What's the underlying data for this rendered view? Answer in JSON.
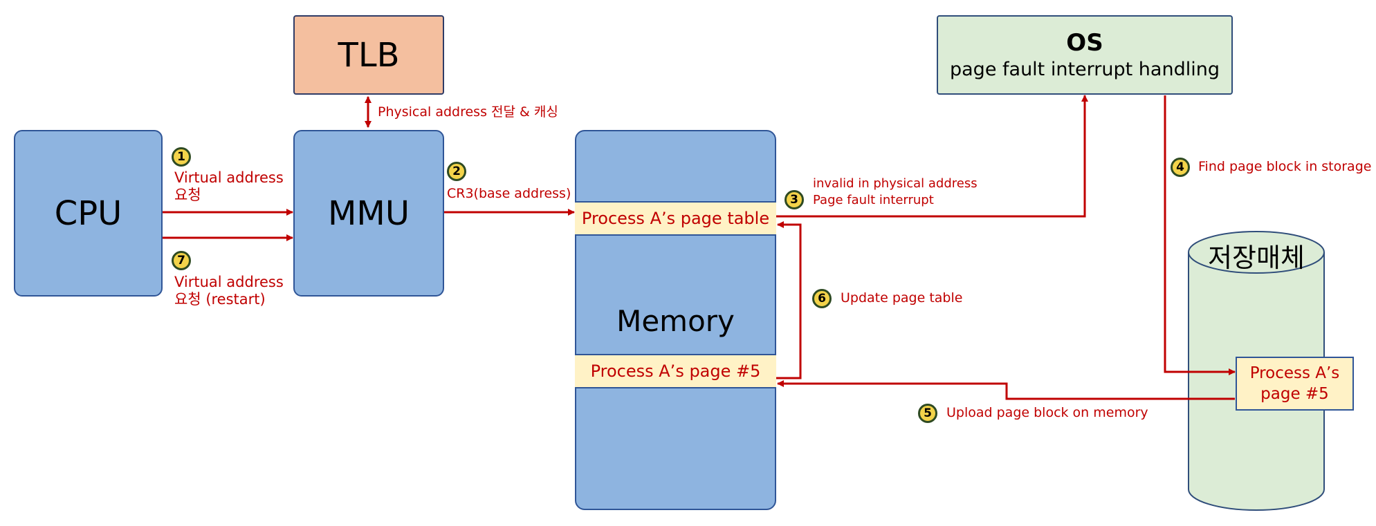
{
  "nodes": {
    "cpu": "CPU",
    "mmu": "MMU",
    "tlb": "TLB",
    "memory": "Memory",
    "os_title": "OS",
    "os_subtitle": "page fault interrupt handling",
    "storage": "저장매체",
    "page_table": "Process A’s page table",
    "page5": "Process A’s page #5",
    "storage_page_line1": "Process A’s",
    "storage_page_line2": "page #5"
  },
  "labels": {
    "tlb_link": "Physical address 전달 & 캐싱",
    "step1_line1": "Virtual address",
    "step1_line2": "요청",
    "step2": "CR3(base address)",
    "step3_line1": "invalid in physical address",
    "step3_line2": "Page fault interrupt",
    "step4": "Find page block in storage",
    "step5": "Upload page block on memory",
    "step6": "Update page table",
    "step7_line1": "Virtual address",
    "step7_line2": "요청 (restart)"
  },
  "steps": [
    "1",
    "2",
    "3",
    "4",
    "5",
    "6",
    "7"
  ],
  "colors": {
    "arrow": "#c00000",
    "box_blue": "#8eb4e0",
    "tlb": "#f4bf9f",
    "os": "#dcecd6",
    "storage": "#dcecd6",
    "highlight": "#fff2c6",
    "badge": "#f3d34a"
  }
}
